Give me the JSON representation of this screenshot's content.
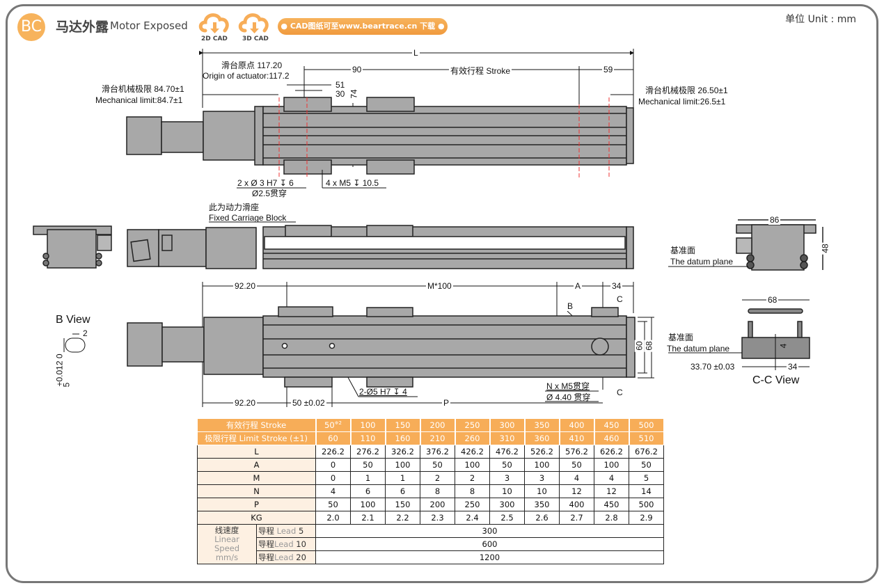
{
  "header": {
    "badge": "BC",
    "title_cn": "马达外露",
    "title_en": "Motor Exposed",
    "cad_2d_label": "2D CAD",
    "cad_3d_label": "3D CAD",
    "download_text": "● CAD图纸可至www.beartrace.cn 下载 ●",
    "unit": "单位 Unit : mm",
    "accent_color": "#f7ad58"
  },
  "top_view": {
    "L": "L",
    "origin_cn": "滑台原点 117.20",
    "origin_en": "Origin of actuator:117.2",
    "mech_limit_left_cn": "滑台机械极限 84.70±1",
    "mech_limit_left_en": "Mechanical limit:84.7±1",
    "mech_limit_right_cn": "滑台机械极限 26.50±1",
    "mech_limit_right_en": "Mechanical limit:26.5±1",
    "dim_90": "90",
    "stroke_label": "有效行程 Stroke",
    "dim_59": "59",
    "dim_51": "51",
    "dim_30": "30",
    "dim_74": "74",
    "hole_note_1": "2 x Ø 3 H7 ↧ 6",
    "hole_note_2": "Ø2.5贯穿",
    "hole_note_3": "4 x M5 ↧ 10.5"
  },
  "side_view": {
    "carriage_cn": "此为动力滑座",
    "carriage_en": "Fixed Carriage Block"
  },
  "end_view": {
    "dim_86": "86",
    "dim_48": "48",
    "datum_cn": "基准面",
    "datum_en": "The datum plane"
  },
  "bottom_view": {
    "dim_92_top": "92.20",
    "dim_m": "M*100",
    "dim_a": "A",
    "dim_34": "34",
    "label_c_top": "C",
    "label_b": "B",
    "dim_60": "60",
    "dim_68": "68",
    "dim_92_bottom": "92.20",
    "dim_50": "50 ±0.02",
    "dim_p": "P",
    "hole_note": "2-Ø5 H7 ↧ 4",
    "n_note_1": "N x M5贯穿",
    "n_note_2": "Ø 4.40 贯穿",
    "label_c_bottom": "C"
  },
  "b_view": {
    "title": "B View",
    "dim_2": "2",
    "tol": "+0.012 0",
    "dim_5": "5"
  },
  "cc_view": {
    "title": "C-C View",
    "dim_68": "68",
    "datum_cn": "基准面",
    "datum_en": "The datum plane",
    "dim_33": "33.70 ±0.03",
    "dim_34": "34",
    "dim_4": "4"
  },
  "spec_table": {
    "stroke_label": "有效行程 Stroke",
    "stroke_note": "※2",
    "strokes": [
      "50",
      "100",
      "150",
      "200",
      "250",
      "300",
      "350",
      "400",
      "450",
      "500"
    ],
    "limit_label": "极限行程 Limit Stroke (±1)",
    "limits": [
      "60",
      "110",
      "160",
      "210",
      "260",
      "310",
      "360",
      "410",
      "460",
      "510"
    ],
    "rows": [
      {
        "label": "L",
        "values": [
          "226.2",
          "276.2",
          "326.2",
          "376.2",
          "426.2",
          "476.2",
          "526.2",
          "576.2",
          "626.2",
          "676.2"
        ]
      },
      {
        "label": "A",
        "values": [
          "0",
          "50",
          "100",
          "50",
          "100",
          "50",
          "100",
          "50",
          "100",
          "50"
        ]
      },
      {
        "label": "M",
        "values": [
          "0",
          "1",
          "1",
          "2",
          "2",
          "3",
          "3",
          "4",
          "4",
          "5"
        ]
      },
      {
        "label": "N",
        "values": [
          "4",
          "6",
          "6",
          "8",
          "8",
          "10",
          "10",
          "12",
          "12",
          "14"
        ]
      },
      {
        "label": "P",
        "values": [
          "50",
          "100",
          "150",
          "200",
          "250",
          "300",
          "350",
          "400",
          "450",
          "500"
        ]
      },
      {
        "label": "KG",
        "values": [
          "2.0",
          "2.1",
          "2.2",
          "2.3",
          "2.4",
          "2.5",
          "2.6",
          "2.7",
          "2.8",
          "2.9"
        ]
      }
    ],
    "speed_cn": "线速度",
    "speed_en1": "Linear",
    "speed_en2": "Speed",
    "speed_unit": "mm/s",
    "leads": [
      {
        "cn": "导程",
        "en": "Lead",
        "num": "5",
        "value": "300"
      },
      {
        "cn": "导程",
        "en": "Lead",
        "num": "10",
        "value": "600"
      },
      {
        "cn": "导程",
        "en": "Lead",
        "num": "20",
        "value": "1200"
      }
    ]
  }
}
